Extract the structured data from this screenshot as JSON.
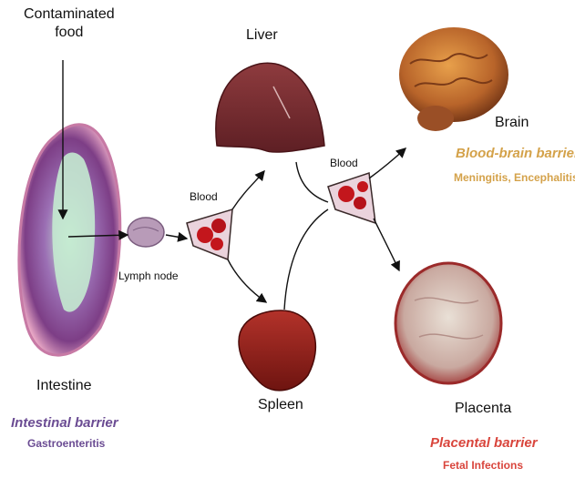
{
  "labels": {
    "contaminated_food": "Contaminated\nfood",
    "intestine": "Intestine",
    "lymph_node": "Lymph node",
    "blood_1": "Blood",
    "blood_2": "Blood",
    "liver": "Liver",
    "spleen": "Spleen",
    "brain": "Brain",
    "placenta": "Placenta"
  },
  "barriers": {
    "intestinal": "Intestinal barrier",
    "blood_brain": "Blood-brain barrier",
    "placental": "Placental barrier"
  },
  "diseases": {
    "intestinal": "Gastroenteritis",
    "brain": "Meningitis, Encephalitis",
    "placental": "Fetal Infections"
  },
  "colors": {
    "intestinal": "#6b4c93",
    "brain": "#d4a24a",
    "placental": "#d9453c"
  }
}
